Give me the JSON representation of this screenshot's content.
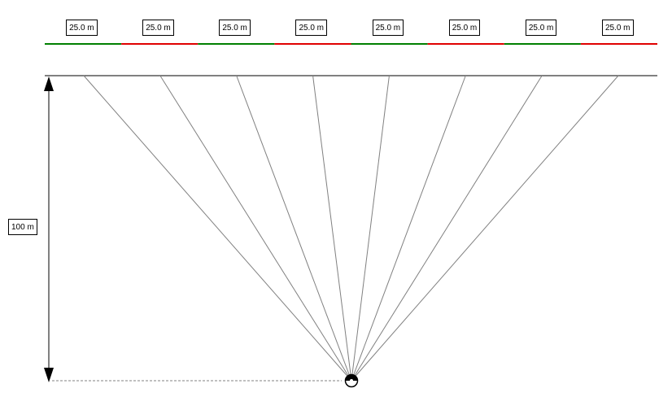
{
  "segments": [
    {
      "label": "25.0 m",
      "color": "#008000"
    },
    {
      "label": "25.0 m",
      "color": "#e00000"
    },
    {
      "label": "25.0 m",
      "color": "#008000"
    },
    {
      "label": "25.0 m",
      "color": "#e00000"
    },
    {
      "label": "25.0 m",
      "color": "#008000"
    },
    {
      "label": "25.0 m",
      "color": "#e00000"
    },
    {
      "label": "25.0 m",
      "color": "#008000"
    },
    {
      "label": "25.0 m",
      "color": "#e00000"
    }
  ],
  "distance": {
    "label": "100 m"
  },
  "colors": {
    "line": "#000000",
    "ray": "#808080",
    "leader": "#808080"
  },
  "observer_icon": "target-marker-icon"
}
